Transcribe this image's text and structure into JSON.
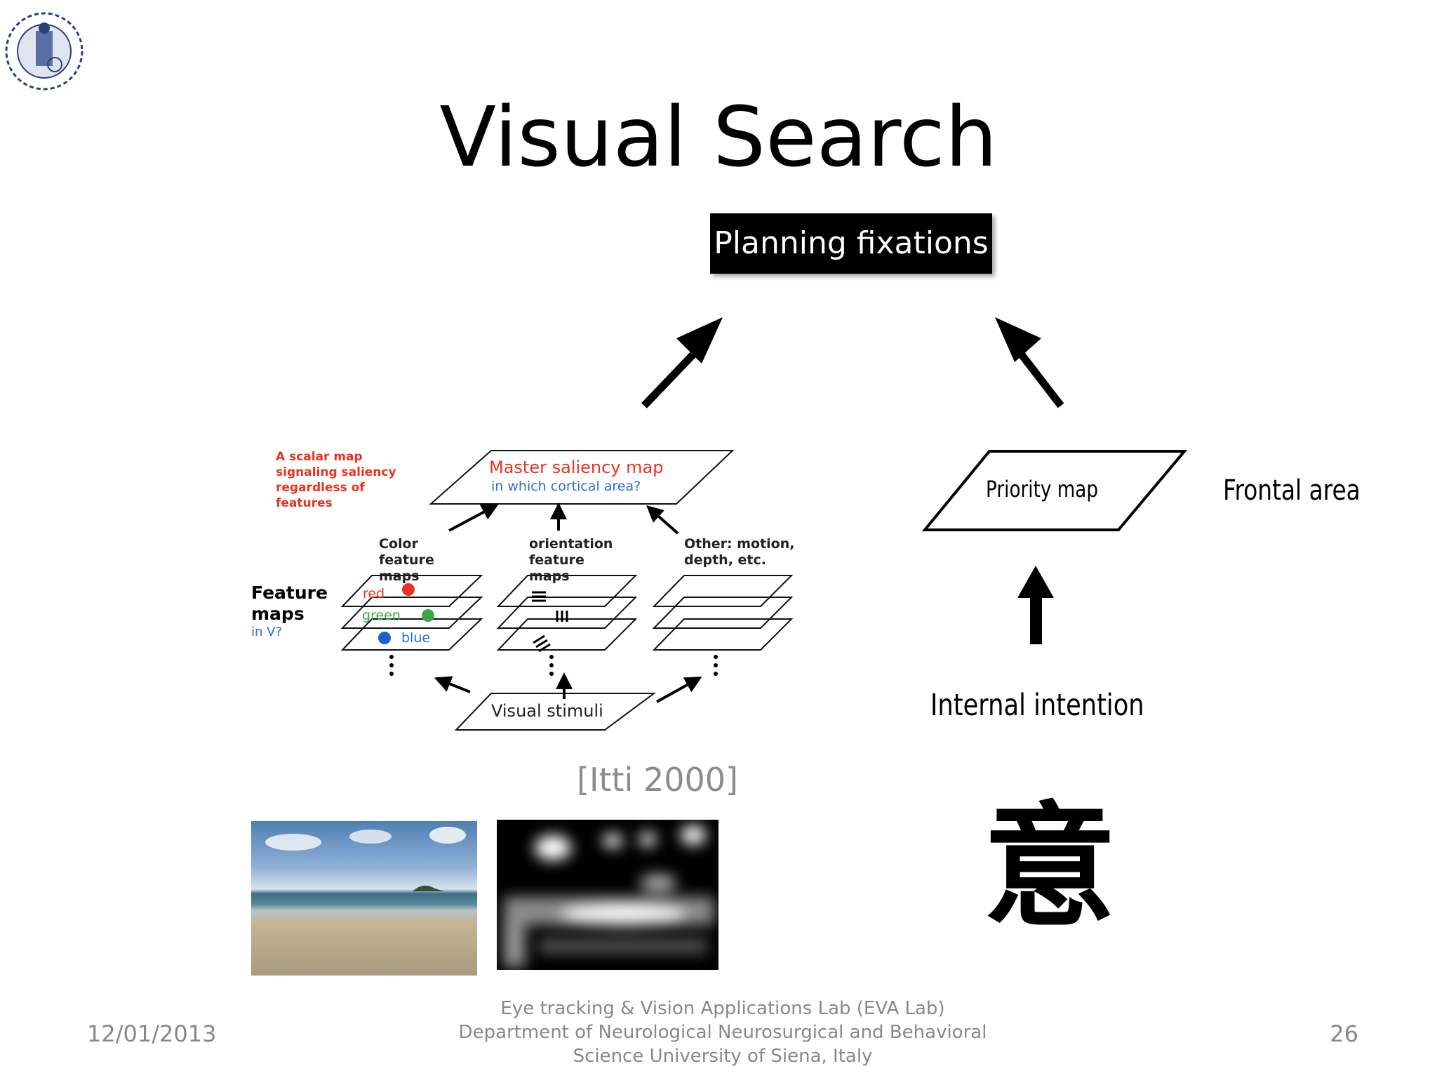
{
  "slide": {
    "title": "Visual Search",
    "planning_box": "Planning fixations",
    "priority_map": "Priority map",
    "frontal_area": "Frontal area",
    "internal_intention": "Internal intention",
    "citation": "[Itti 2000]",
    "kanji": "意"
  },
  "figure": {
    "scalar_note": "A scalar map signaling saliency regardless of features",
    "master_title": "Master saliency map",
    "master_sub": "in which cortical area?",
    "color_head": "Color feature maps",
    "orientation_head": "orientation feature maps",
    "other_head": "Other: motion, depth, etc.",
    "feature_maps": "Feature maps",
    "feature_maps_sub": "in V?",
    "red": "red",
    "green": "green",
    "blue": "blue",
    "visual_stimuli": "Visual stimuli",
    "colors": {
      "red": "#e8331f",
      "green": "#3aa84a",
      "blue": "#1f5fd0"
    }
  },
  "footer": {
    "date": "12/01/2013",
    "lab": "Eye tracking & Vision Applications Lab (EVA Lab) Department of Neurological Neurosurgical and Behavioral Science University of Siena, Italy",
    "page": "26"
  }
}
